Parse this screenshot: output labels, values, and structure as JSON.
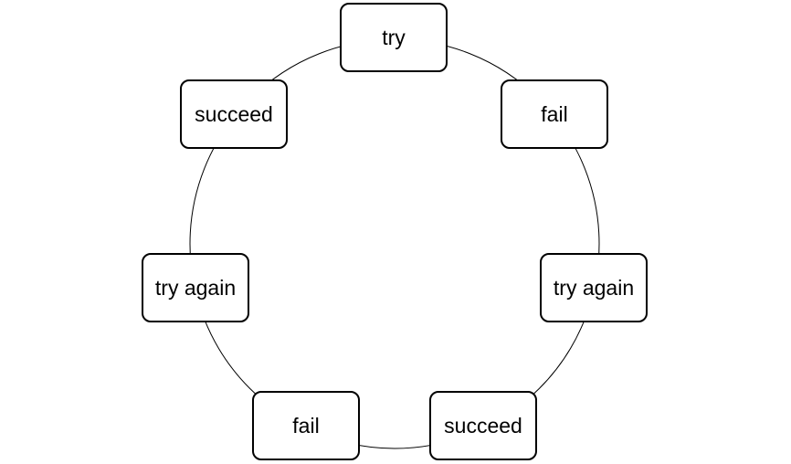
{
  "diagram": {
    "nodes": [
      {
        "id": "try",
        "label": "try"
      },
      {
        "id": "fail-1",
        "label": "fail"
      },
      {
        "id": "try-again-1",
        "label": "try again"
      },
      {
        "id": "succeed-1",
        "label": "succeed"
      },
      {
        "id": "fail-2",
        "label": "fail"
      },
      {
        "id": "try-again-2",
        "label": "try again"
      },
      {
        "id": "succeed-2",
        "label": "succeed"
      }
    ],
    "cycle_order": [
      "try",
      "fail-1",
      "try-again-1",
      "succeed-1",
      "fail-2",
      "try-again-2",
      "succeed-2"
    ],
    "colors": {
      "stroke": "#000000",
      "fill": "#ffffff",
      "text": "#000000"
    }
  }
}
